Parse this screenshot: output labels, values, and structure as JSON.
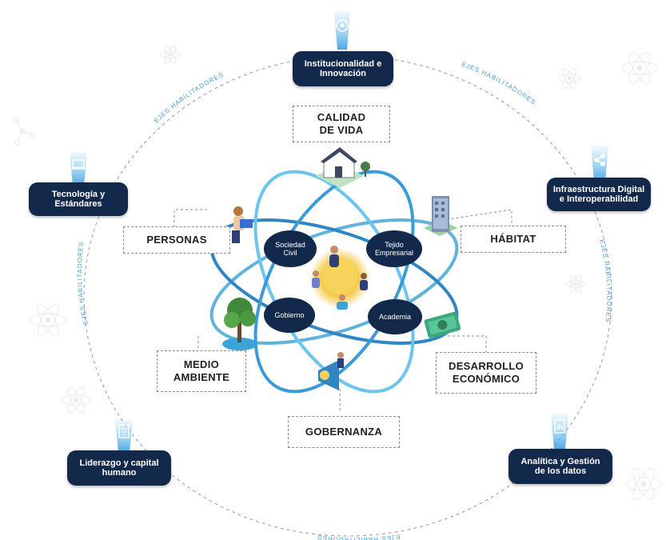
{
  "colors": {
    "navy": "#13294b",
    "orbit": "#5fb3dd",
    "orbit_dark": "#2f86c3",
    "beam": "#6cc4f0",
    "dashed": "#8a8a8a"
  },
  "ring_label": "EJES HABILITADORES",
  "enablers": [
    {
      "label": "Institucionalidad e\nInnovación",
      "icon": "lightbulb-gear-icon"
    },
    {
      "label": "Tecnología y\nEstándares",
      "icon": "laptop-icon"
    },
    {
      "label": "Infraestructura Digital\ne Interoperabilidad",
      "icon": "share-network-icon"
    },
    {
      "label": "Liderazgo y capital\nhumano",
      "icon": "document-list-icon"
    },
    {
      "label": "Analítica y Gestión\nde los datos",
      "icon": "clipboard-chart-icon"
    }
  ],
  "dimensions": {
    "calidad": "CALIDAD\nDE VIDA",
    "personas": "PERSONAS",
    "habitat": "HÁBITAT",
    "medio": "MEDIO\nAMBIENTE",
    "desarrollo": "DESARROLLO\nECONÓMICO",
    "gobernanza": "GOBERNANZA"
  },
  "actors": {
    "sociedad": "Sociedad\nCivil",
    "tejido": "Tejido\nEmpresarial",
    "gobierno": "Gobierno",
    "academia": "Academia"
  },
  "illustrations": [
    "house-icon",
    "person-laptop-icon",
    "building-icon",
    "tree-icon",
    "money-icon",
    "megaphone-icon",
    "people-bulb-icon"
  ]
}
